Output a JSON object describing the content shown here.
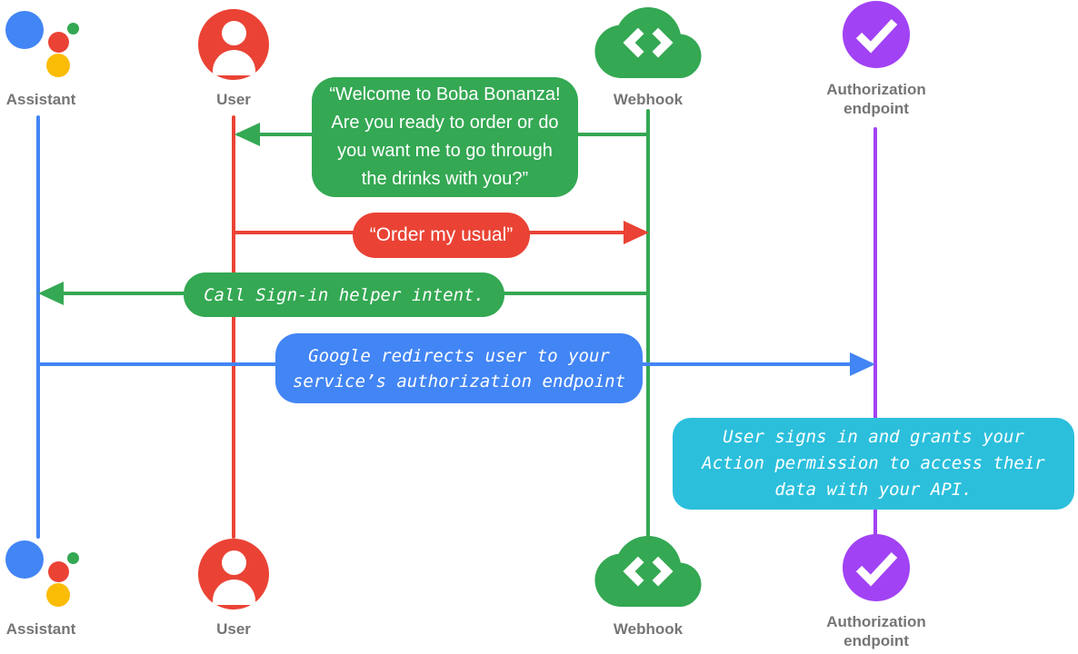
{
  "diagram": {
    "kind": "sequence-diagram",
    "background": "#ffffff"
  },
  "actors": [
    {
      "id": "assistant",
      "label": "Assistant",
      "icon": "google-assistant-logo-icon",
      "color": "#4285F4"
    },
    {
      "id": "user",
      "label": "User",
      "icon": "person-circle-icon",
      "color": "#EA4335"
    },
    {
      "id": "webhook",
      "label": "Webhook",
      "icon": "cloud-code-icon",
      "color": "#34A853"
    },
    {
      "id": "auth",
      "label": "Authorization\nendpoint",
      "icon": "check-circle-icon",
      "color": "#A142F4"
    }
  ],
  "bubbles": {
    "welcome": {
      "text": "“Welcome to Boba Bonanza!\nAre you ready to order or do\nyou want me to go through\nthe drinks with you?”",
      "from": "webhook",
      "to": "user",
      "color": "#34A853",
      "style": "speech"
    },
    "order": {
      "text": "“Order my usual”",
      "from": "user",
      "to": "webhook",
      "color": "#EA4335",
      "style": "speech"
    },
    "signin": {
      "text": "Call Sign-in helper intent.",
      "from": "webhook",
      "to": "assistant",
      "color": "#34A853",
      "style": "code"
    },
    "redirect": {
      "text": "Google redirects user to your\nservice’s authorization endpoint",
      "from": "assistant",
      "to": "auth",
      "color": "#4285F4",
      "style": "code"
    },
    "note": {
      "text": "User signs in and grants your\nAction permission to access their\ndata with your API.",
      "on": "auth",
      "color": "#2BBFDC",
      "style": "code"
    }
  },
  "colors": {
    "blue": "#4285F4",
    "red": "#EA4335",
    "green": "#34A853",
    "yellow": "#FBBC05",
    "purple": "#A142F4",
    "cyan": "#2BBFDC",
    "label_gray": "#757575"
  }
}
